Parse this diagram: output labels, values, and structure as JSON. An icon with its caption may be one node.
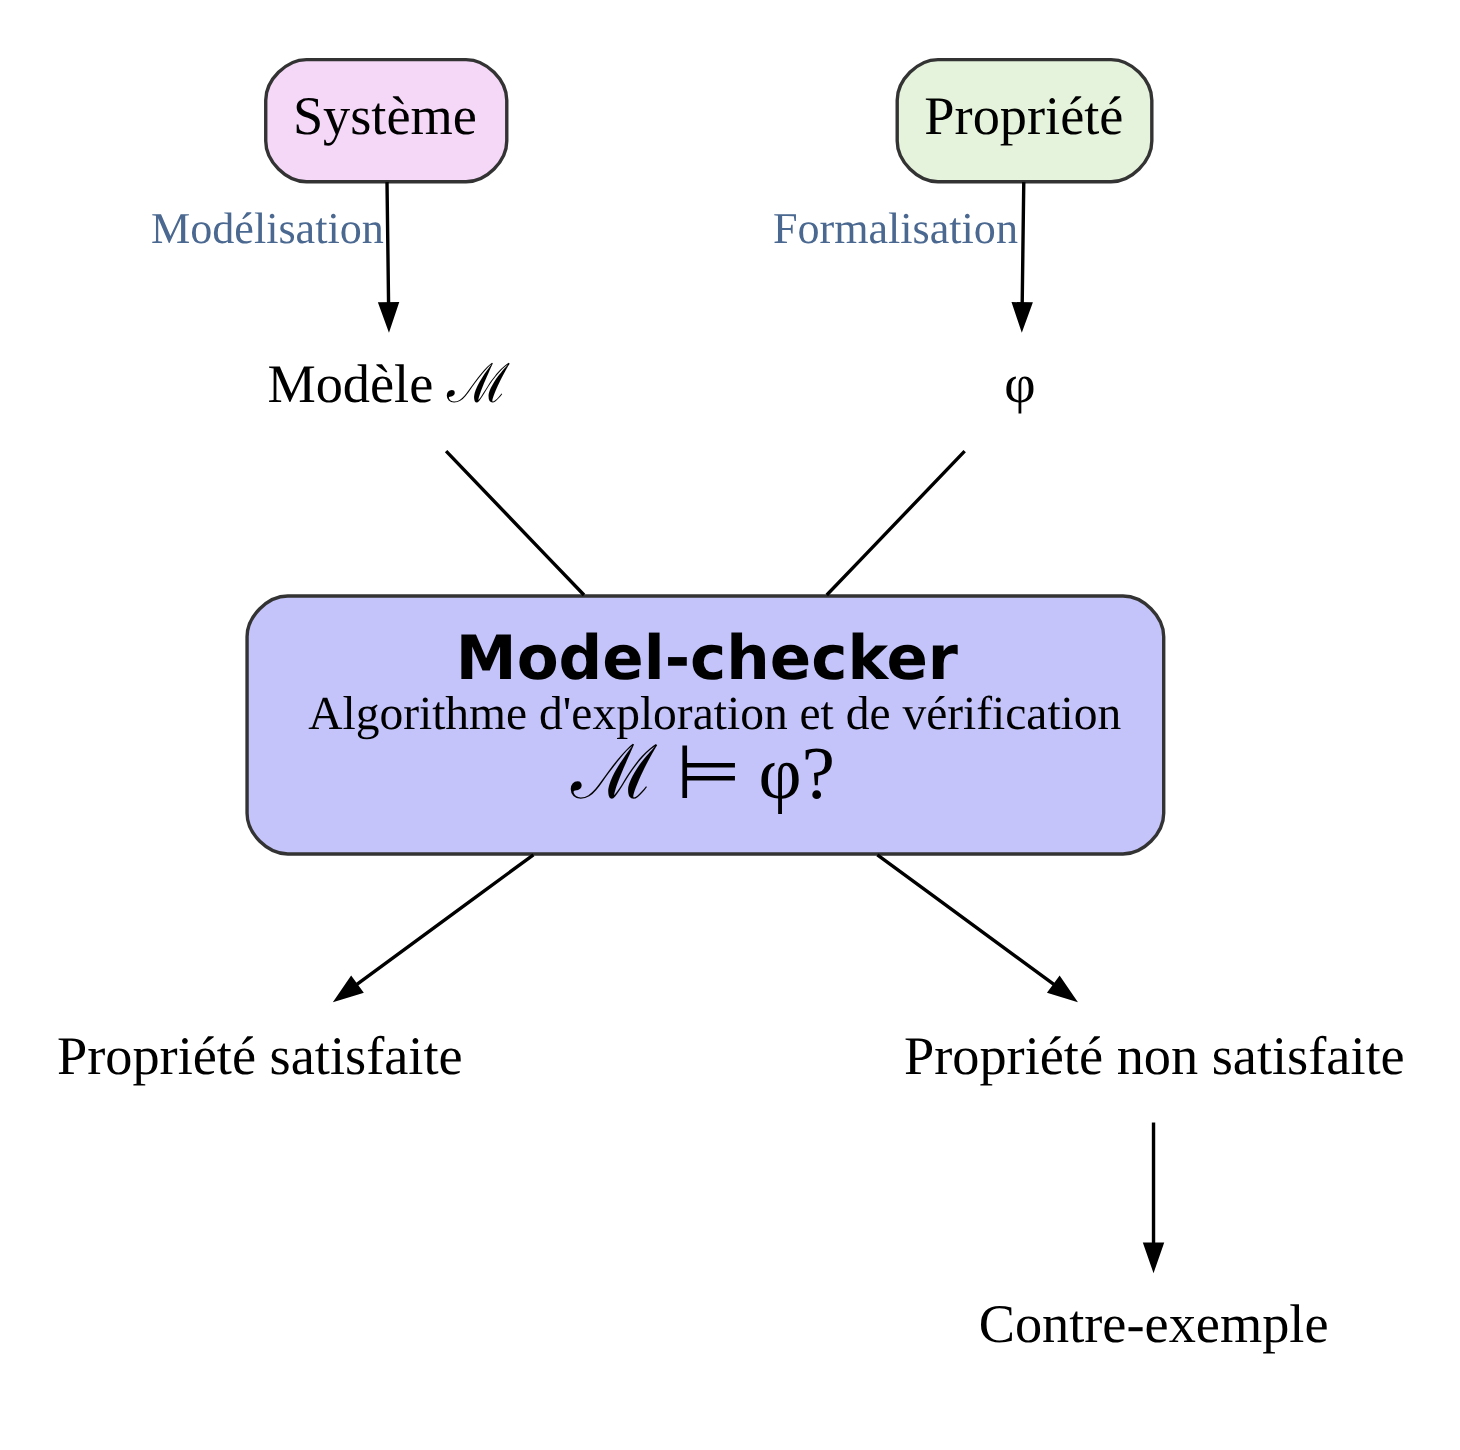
{
  "diagram": {
    "nodes": [
      {
        "text": [
          "Système"
        ]
      },
      {
        "text": [
          "Propriété"
        ]
      },
      {
        "text": [
          "Modèle ℳ"
        ]
      },
      {
        "text": [
          "φ"
        ]
      },
      {
        "text": [
          "Model-checker",
          "Algorithme d'exploration et de vérification",
          "ℳ ⊨ φ?"
        ]
      },
      {
        "text": [
          "Propriété satisfaite"
        ]
      },
      {
        "text": [
          "Propriété non satisfaite"
        ]
      },
      {
        "text": [
          "Contre-exemple"
        ]
      }
    ],
    "edges": [
      {
        "from": 0,
        "to": 2,
        "arrow": "to",
        "label": "Modélisation"
      },
      {
        "from": 1,
        "to": 3,
        "arrow": "to",
        "label": "Formalisation"
      },
      {
        "from": 2,
        "to": 4,
        "arrow": "none"
      },
      {
        "from": 3,
        "to": 4,
        "arrow": "none"
      },
      {
        "from": 4,
        "to": 5,
        "arrow": "to"
      },
      {
        "from": 4,
        "to": 6,
        "arrow": "to"
      },
      {
        "from": 6,
        "to": 7,
        "arrow": "to"
      }
    ]
  }
}
